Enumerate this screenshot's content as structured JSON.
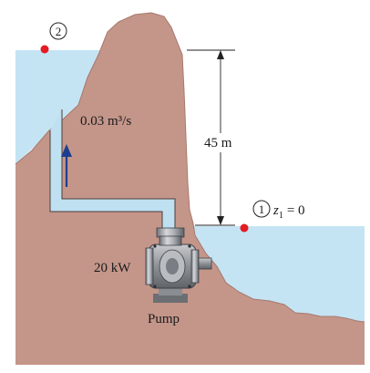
{
  "labels": {
    "point_2": "2",
    "point_1": "1",
    "flow_rate": "0.03 m³/s",
    "height": "45 m",
    "z1_var": "z",
    "z1_sub": "1",
    "z1_eq": "= 0",
    "power": "20 kW",
    "pump": "Pump"
  },
  "colors": {
    "rock": "#c4968a",
    "water": "#c5e4f3",
    "pipe_fill": "#bfe0f1",
    "marker_red": "#e31b23",
    "arrow_blue": "#1d3e8f",
    "pump_gray": "#8a8d92"
  }
}
